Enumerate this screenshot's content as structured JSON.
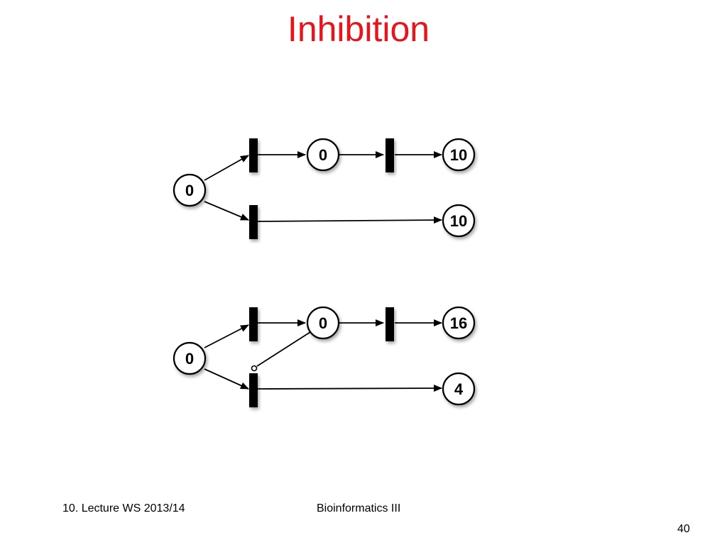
{
  "slide": {
    "title": "Inhibition",
    "footer_left": "10. Lecture WS 2013/14",
    "footer_center": "Bioinformatics III",
    "page_number": "40"
  },
  "diagram": {
    "top_net": {
      "source_tokens": "0",
      "intermediate_tokens": "0",
      "upper_sink_tokens": "10",
      "lower_sink_tokens": "10"
    },
    "bottom_net": {
      "source_tokens": "0",
      "intermediate_tokens": "0",
      "upper_sink_tokens": "16",
      "lower_sink_tokens": "4"
    }
  }
}
